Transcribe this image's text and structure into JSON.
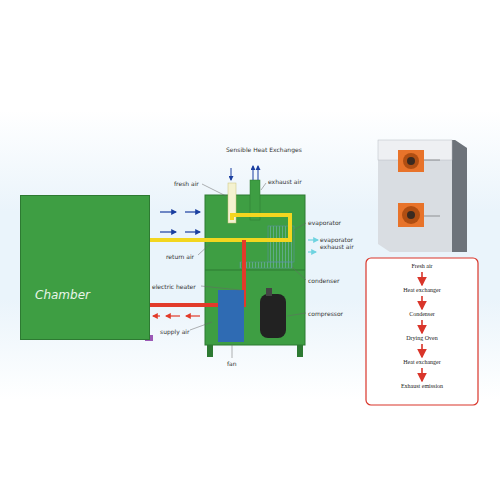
{
  "diagram": {
    "nodes": [
      {
        "text": [
          "Chamber"
        ]
      },
      {
        "text": [
          "Fresh air"
        ]
      },
      {
        "text": [
          "Heat exchanger"
        ]
      },
      {
        "text": [
          "Condenser"
        ]
      },
      {
        "text": [
          "Drying Oven"
        ]
      },
      {
        "text": [
          "Heat exchanger"
        ]
      },
      {
        "text": [
          "Exhaust emission"
        ]
      }
    ],
    "edges": [
      {
        "from": 1,
        "to": 2,
        "arrow": "to"
      },
      {
        "from": 2,
        "to": 3,
        "arrow": "to"
      },
      {
        "from": 3,
        "to": 4,
        "arrow": "to"
      },
      {
        "from": 4,
        "to": 5,
        "arrow": "to"
      },
      {
        "from": 5,
        "to": 6,
        "arrow": "to"
      }
    ],
    "labels": [
      "Sensible Heat Exchanges",
      "fresh air",
      "exhaust air",
      "evaporator",
      "evaporator exhaust air",
      "return air",
      "condenser",
      "electric heater",
      "compressor",
      "supply air",
      "fan"
    ]
  }
}
